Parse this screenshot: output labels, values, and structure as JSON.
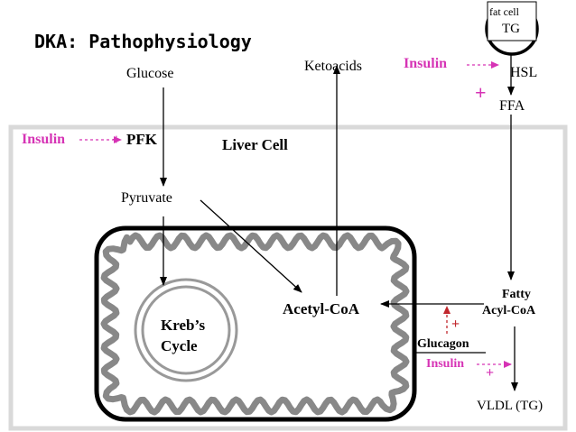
{
  "title": "DKA: Pathophysiology",
  "colors": {
    "insulin": "#d633b5",
    "glucagon": "#c1272d",
    "cell_border": "#d9d9d9",
    "membrane": "#888888"
  },
  "fat_cell": {
    "label": "fat cell",
    "tg": "TG"
  },
  "labels": {
    "glucose": "Glucose",
    "ketoacids": "Ketoacids",
    "insulin_top": "Insulin",
    "hsl": "HSL",
    "plus_top": "+",
    "ffa": "FFA",
    "insulin_left": "Insulin",
    "plus_left": "+",
    "pfk": "PFK",
    "liver_cell": "Liver Cell",
    "pyruvate": "Pyruvate",
    "fatty_line1": "Fatty",
    "fatty_line2": "Acyl-CoA",
    "acetyl_coa": "Acetyl-CoA",
    "krebs_line1": "Kreb’s",
    "krebs_line2": "Cycle",
    "plus_glucagon": "+",
    "glucagon": "Glucagon",
    "insulin_bottom": "Insulin",
    "plus_bottom": "+",
    "vldl": "VLDL (TG)"
  }
}
